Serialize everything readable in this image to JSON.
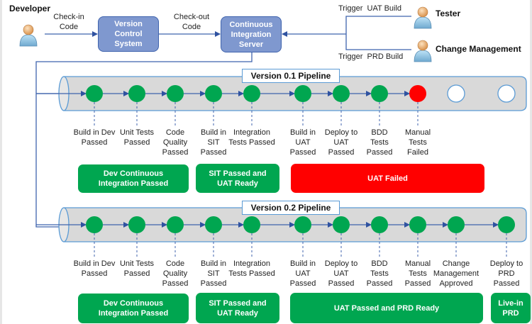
{
  "actors": {
    "developer": "Developer",
    "tester": "Tester",
    "change_management": "Change Management"
  },
  "flow_labels": {
    "check_in": [
      "Check-in",
      "Code"
    ],
    "check_out": [
      "Check-out",
      "Code"
    ],
    "trigger_uat": "Trigger  UAT Build",
    "trigger_prd": "Trigger  PRD Build"
  },
  "systems": {
    "vcs": [
      "Version",
      "Control",
      "System"
    ],
    "ci": [
      "Continuous",
      "Integration",
      "Server"
    ]
  },
  "colors": {
    "passed": "#00a650",
    "failed": "#ff0000",
    "pending": "#ffffff",
    "system_box": "#7f98cf",
    "line": "#3f63ad"
  },
  "pipelines": [
    {
      "title": "Version 0.1 Pipeline",
      "steps": [
        {
          "label": [
            "Build in Dev",
            "Passed"
          ],
          "state": "passed"
        },
        {
          "label": [
            "Unit Tests",
            "Passed"
          ],
          "state": "passed"
        },
        {
          "label": [
            "Code",
            "Quality",
            "Passed"
          ],
          "state": "passed"
        },
        {
          "label": [
            "Build in",
            "SIT",
            "Passed"
          ],
          "state": "passed"
        },
        {
          "label": [
            "Integration",
            "Tests Passed"
          ],
          "state": "passed"
        },
        {
          "label": [
            "Build in",
            "UAT",
            "Passed"
          ],
          "state": "passed"
        },
        {
          "label": [
            "Deploy to",
            "UAT",
            "Passed"
          ],
          "state": "passed"
        },
        {
          "label": [
            "BDD",
            "Tests",
            "Passed"
          ],
          "state": "passed"
        },
        {
          "label": [
            "Manual",
            "Tests",
            "Failed"
          ],
          "state": "failed"
        },
        {
          "label": [],
          "state": "pending"
        },
        {
          "label": [],
          "state": "pending"
        }
      ],
      "statuses": [
        {
          "text": [
            "Dev Continuous",
            "Integration Passed"
          ],
          "state": "passed"
        },
        {
          "text": [
            "SIT Passed and",
            "UAT Ready"
          ],
          "state": "passed"
        },
        {
          "text": [
            "UAT Failed"
          ],
          "state": "failed"
        }
      ]
    },
    {
      "title": "Version 0.2 Pipeline",
      "steps": [
        {
          "label": [
            "Build in Dev",
            "Passed"
          ],
          "state": "passed"
        },
        {
          "label": [
            "Unit Tests",
            "Passed"
          ],
          "state": "passed"
        },
        {
          "label": [
            "Code",
            "Quality",
            "Passed"
          ],
          "state": "passed"
        },
        {
          "label": [
            "Build in",
            "SIT",
            "Passed"
          ],
          "state": "passed"
        },
        {
          "label": [
            "Integration",
            "Tests Passed"
          ],
          "state": "passed"
        },
        {
          "label": [
            "Build in",
            "UAT",
            "Passed"
          ],
          "state": "passed"
        },
        {
          "label": [
            "Deploy to",
            "UAT",
            "Passed"
          ],
          "state": "passed"
        },
        {
          "label": [
            "BDD",
            "Tests",
            "Passed"
          ],
          "state": "passed"
        },
        {
          "label": [
            "Manual",
            "Tests",
            "Passed"
          ],
          "state": "passed"
        },
        {
          "label": [
            "Change",
            "Management",
            "Approved"
          ],
          "state": "passed"
        },
        {
          "label": [
            "Deploy to",
            "PRD",
            "Passed"
          ],
          "state": "passed"
        }
      ],
      "statuses": [
        {
          "text": [
            "Dev Continuous",
            "Integration Passed"
          ],
          "state": "passed"
        },
        {
          "text": [
            "SIT Passed and",
            "UAT Ready"
          ],
          "state": "passed"
        },
        {
          "text": [
            "UAT Passed and PRD Ready"
          ],
          "state": "passed"
        },
        {
          "text": [
            "Live-in",
            "PRD"
          ],
          "state": "passed"
        }
      ]
    }
  ]
}
